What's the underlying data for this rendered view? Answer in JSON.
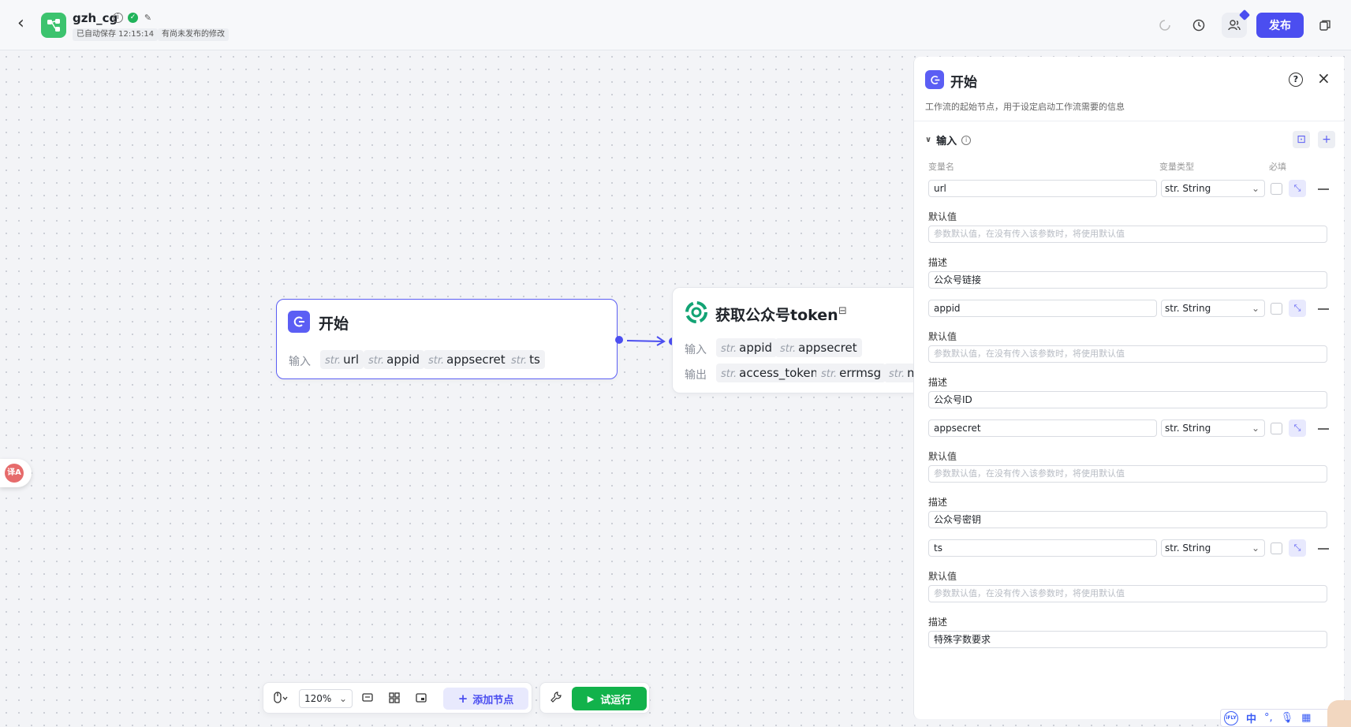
{
  "topbar": {
    "app_name": "gzh_cg",
    "autosave": "已自动保存 12:15:14",
    "unpublished": "有尚未发布的修改",
    "publish_label": "发布"
  },
  "start_node": {
    "title": "开始",
    "input_label": "输入",
    "type_prefix": "str.",
    "inputs": [
      "url",
      "appid",
      "appsecret",
      "ts"
    ]
  },
  "token_node": {
    "title": "获取公众号token",
    "input_label": "输入",
    "output_label": "输出",
    "type_prefix": "str.",
    "inputs": [
      "appid",
      "appsecret"
    ],
    "outputs": [
      "access_token",
      "errmsg",
      "m"
    ]
  },
  "panel": {
    "title": "开始",
    "description": "工作流的起始节点，用于设定启动工作流需要的信息",
    "section_title": "输入",
    "col_name": "变量名",
    "col_type": "变量类型",
    "col_required": "必填",
    "default_label": "默认值",
    "desc_label": "描述",
    "default_placeholder": "参数默认值，在没有传入该参数时，将使用默认值",
    "variables": [
      {
        "name": "url",
        "type": "str. String",
        "desc": "公众号链接"
      },
      {
        "name": "appid",
        "type": "str. String",
        "desc": "公众号ID"
      },
      {
        "name": "appsecret",
        "type": "str. String",
        "desc": "公众号密钥"
      },
      {
        "name": "ts",
        "type": "str. String",
        "desc": "特殊字数要求"
      }
    ]
  },
  "toolbar": {
    "zoom": "120%",
    "add_node_label": "添加节点",
    "run_label": "试运行"
  },
  "ime": {
    "lang": "中"
  },
  "colors": {
    "accent": "#4b4ef0",
    "run": "#12b24b",
    "logo": "#3cc36e"
  }
}
